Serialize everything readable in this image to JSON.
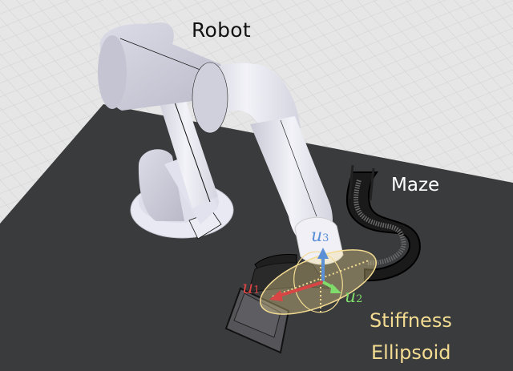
{
  "figure": {
    "description": "3D simulation render of a robot arm with a stiffness ellipsoid over a maze on a dark table",
    "colors": {
      "floor": "#e6e6e6",
      "grid": "#d2d2d2",
      "table": "#3a3b3d",
      "robot": "#e8e8f2",
      "ellipsoid": "#f3dc92",
      "u1": "#d84545",
      "u2": "#7fdc6a",
      "u3": "#5b8fd6"
    }
  },
  "labels": {
    "robot": "Robot",
    "maze": "Maze",
    "stiffness_line1": "Stiffness",
    "stiffness_line2": "Ellipsoid"
  },
  "axes": {
    "u1": {
      "base": "u",
      "sub": "1"
    },
    "u2": {
      "base": "u",
      "sub": "2"
    },
    "u3": {
      "base": "u",
      "sub": "3"
    }
  }
}
